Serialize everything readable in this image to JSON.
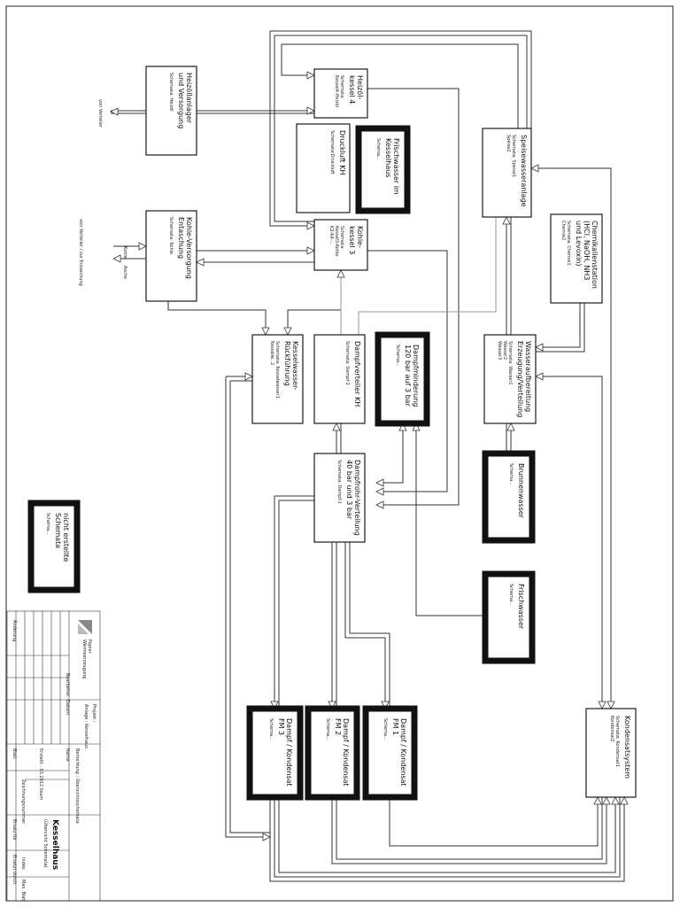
{
  "boxes": {
    "heizoellager": {
      "title": [
        "Heizöllanlager",
        "und Versorgung"
      ],
      "sub": [
        "Schemata: Heizöl"
      ]
    },
    "kohle_versorgung": {
      "title": [
        "Kohle-Versorgung",
        "Entaschung"
      ],
      "sub": [
        "Schemata: Kohle"
      ]
    },
    "heizkessel4": {
      "title": [
        "Heizöl-",
        "kessel 4"
      ],
      "sub": [
        "Schemata:",
        "Kessel4-Heizöl"
      ]
    },
    "druckluft": {
      "title": [
        "Druckluft KH"
      ],
      "sub": [
        "Schemata:Druckluft"
      ]
    },
    "frischwasser_kh": {
      "title": [
        "Frischwasser im",
        "Kesselhaus"
      ],
      "sub": [
        "Schema..."
      ]
    },
    "kohlekessel3": {
      "title": [
        "Kohle-",
        "kessel 3"
      ],
      "sub": [
        "Schemata:",
        "Kessel3-Kohle",
        "K3-K4-..."
      ]
    },
    "speisewasser": {
      "title": [
        "Speisewasseranlage"
      ],
      "sub": [
        "Schemata: Speise1",
        "Speise2"
      ]
    },
    "chemie": {
      "title": [
        "Chemikalienstation",
        "(HCl, NaOH, NH3",
        "und Levoxin)"
      ],
      "sub": [
        "Schemata: Chemie1",
        "Chemie2"
      ]
    },
    "kesselwasser": {
      "title": [
        "Kesselwasser-",
        "Rückführung"
      ],
      "sub": [
        "Schemata: Kesselwasser1",
        "Kesselw...2"
      ]
    },
    "dampfverteiler": {
      "title": [
        "Dampfverteiler KH"
      ],
      "sub": [
        "Schemata: Dampf-2"
      ]
    },
    "dampfminderung": {
      "title": [
        "Dampfminderung",
        "120 bar auf 3 bar"
      ],
      "sub": [
        "Schema..."
      ]
    },
    "wasseraufbereitung": {
      "title": [
        "Wasseraufbereitung",
        "Erzeugung/Verteilung"
      ],
      "sub": [
        "Schemata: Wasser1",
        "Wasser2",
        "Wasser3"
      ]
    },
    "dampfrohr": {
      "title": [
        "Dampfrohr-Verteilung",
        "40 bar und 3 bar"
      ],
      "sub": [
        "Schemata: Dampf-1"
      ]
    },
    "brunnenwasser": {
      "title": [
        "Brunnenwasser"
      ],
      "sub": [
        "Schema..."
      ]
    },
    "nicht_erstellte": {
      "title": [
        "nicht erstellte",
        "Schemata"
      ],
      "sub": [
        "Schema..."
      ]
    },
    "frischwasser": {
      "title": [
        "Frischwasser"
      ],
      "sub": [
        "Schema..."
      ]
    },
    "fm3": {
      "title": [
        "Dampf / Kondensat",
        "FM 3"
      ],
      "sub": [
        "Schema..."
      ]
    },
    "fm2": {
      "title": [
        "Dampf / Kondensat",
        "FM 2"
      ],
      "sub": [
        "Schema..."
      ]
    },
    "fm1": {
      "title": [
        "Dampf / Kondensat",
        "FM 1"
      ],
      "sub": [
        "Schema..."
      ]
    }
  },
  "kondensat": {
    "title": "Kondensatsystem",
    "sub": [
      "Schemata: Kondensat1",
      "Kondensat2"
    ]
  },
  "labels": {
    "von_verteiler": "von Verteiler",
    "kohle": "Kohle",
    "asche": "Asche",
    "von_verteiler2": "von Verteiler / zur Entaschung"
  },
  "title_block": {
    "company": "Wärmeerzeugung",
    "company2": "Papier",
    "projekt": "Projekt :",
    "anlage": "Anlage : Kesselhaus",
    "bemerkung": "Bemerkung : Übersichtsschemata",
    "main_title": "Kesselhaus",
    "subtitle": "(Übersicht Schemata)",
    "bearbeitet": "Bearbeitet",
    "datum": "Datum",
    "name": "Name",
    "erstellt": "Erstellt : 03.2012 Ilsum",
    "aenderung": "Änderung",
    "blatt": "Blatt",
    "ersatz": "Ersatz für",
    "ersetzt": "Ersetzt durch",
    "zeichnung": "Zeichnungsnummer",
    "index": "Index",
    "maxbl": "Max. Blatt"
  }
}
